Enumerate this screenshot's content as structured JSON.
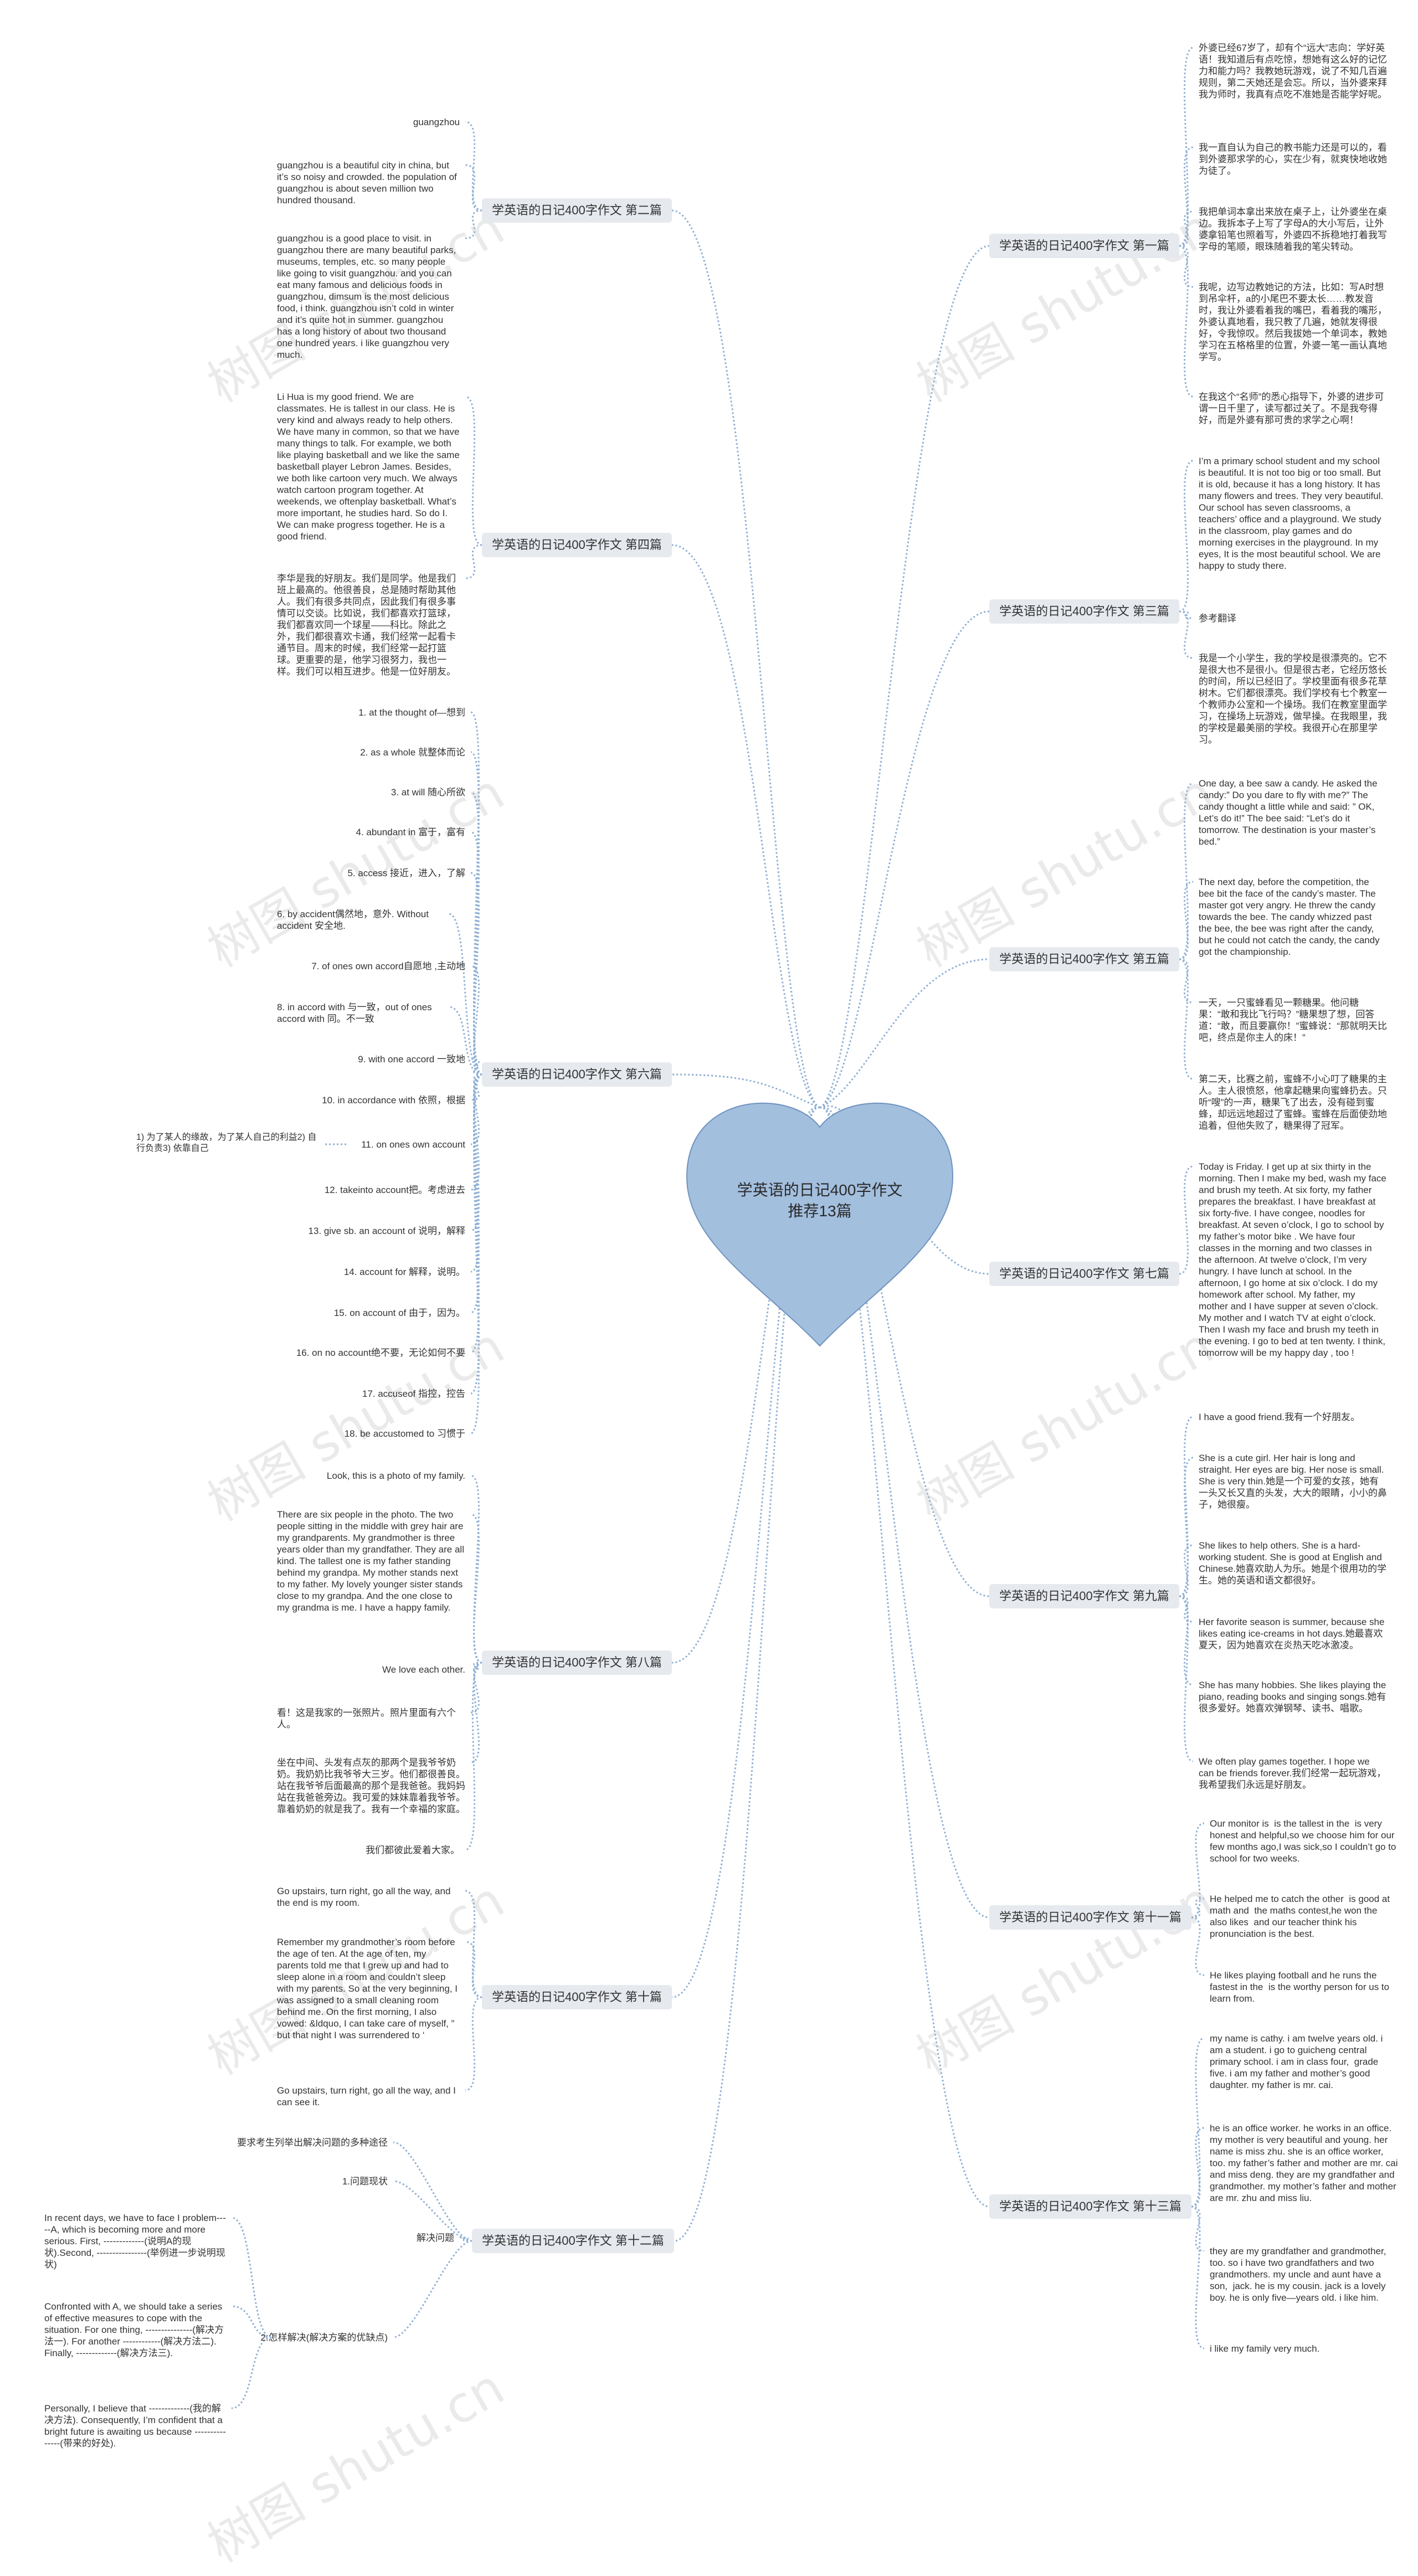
{
  "center": {
    "title_line1": "学英语的日记400字作文",
    "title_line2": "推荐13篇",
    "fill": "#a3bfde",
    "stroke": "#6f93bf"
  },
  "colors": {
    "link": "#8fb0d4",
    "branch_bg": "#e6e9ee"
  },
  "watermark": "树图 shutu.cn",
  "branches": [
    {
      "label": "学英语的日记400字作文 第二篇",
      "side": "left",
      "leaves": [
        "guangzhou",
        "guangzhou is a beautiful city in china, but it’s so noisy and crowded. the population of guangzhou is about seven million two hundred thousand.",
        "guangzhou is a good place to visit. in guangzhou there are many beautiful parks, museums, temples, etc. so many people like going to visit guangzhou. and you can eat many famous and delicious foods in guangzhou, dimsum is the most delicious food, i think. guangzhou isn’t cold in winter and it’s quite hot in summer. guangzhou has a long history of about two thousand one hundred years. i like guangzhou very much."
      ]
    },
    {
      "label": "学英语的日记400字作文 第四篇",
      "side": "left",
      "leaves": [
        "Li Hua is my good friend. We are classmates. He is tallest in our class. He is very kind and always ready to help others. We have many in common, so that we have many things to talk. For example, we both like playing basketball and we like the same basketball player Lebron James. Besides, we both like cartoon very much. We always watch cartoon program together. At weekends, we oftenplay basketball. What’s more important, he studies hard. So do I. We can make progress together. He is a good friend.",
        "李华是我的好朋友。我们是同学。他是我们班上最高的。他很善良，总是随时帮助其他人。我们有很多共同点，因此我们有很多事情可以交谈。比如说，我们都喜欢打篮球，我们都喜欢同一个球星——科比。除此之外，我们都很喜欢卡通，我们经常一起看卡通节目。周末的时候，我们经常一起打篮球。更重要的是，他学习很努力，我也一样。我们可以相互进步。他是一位好朋友。"
      ]
    },
    {
      "label": "学英语的日记400字作文 第六篇",
      "side": "left",
      "leaves": [
        "1. at the thought of—想到",
        "2. as a whole 就整体而论",
        "3. at will 随心所欲",
        "4. abundant in 富于，富有",
        "5. access 接近，进入，了解",
        "6. by accident偶然地，意外. Without accident 安全地.",
        "7. of ones own accord自愿地 ,主动地",
        "8. in accord with 与一致，out of ones accord with 同。不一致",
        "9. with one accord 一致地",
        "10. in accordance with 依照，根据",
        "11. on ones own account",
        "12. takeinto account把。考虑进去",
        "13. give sb. an account of 说明，解释",
        "14. account for 解释，说明。",
        "15. on account of 由于，因为。",
        "16. on no account绝不要，无论如何不要",
        "17. accuseof 指控，控告",
        "18. be accustomed to 习惯于"
      ],
      "sub_note": "1) 为了某人的缘故，为了某人自己的利益2) 自行负责3) 依靠自己"
    },
    {
      "label": "学英语的日记400字作文 第八篇",
      "side": "left",
      "leaves": [
        "Look, this is a photo of my family.",
        "There are six people in the photo. The two people sitting in the middle with grey hair are my grandparents. My grandmother is three years older than my grandfather. They are all kind. The tallest one is my father standing behind my grandpa. My mother stands next to my father. My lovely younger sister stands close to my grandpa. And the one close to my grandma is me. I have a happy family.",
        "We love each other.",
        "看！这是我家的一张照片。照片里面有六个人。",
        "坐在中间、头发有点灰的那两个是我爷爷奶奶。我奶奶比我爷爷大三岁。他们都很善良。站在我爷爷后面最高的那个是我爸爸。我妈妈站在我爸爸旁边。我可爱的妹妹靠着我爷爷。靠着奶奶的就是我了。我有一个幸福的家庭。",
        "我们都彼此爱着大家。"
      ]
    },
    {
      "label": "学英语的日记400字作文 第十篇",
      "side": "left",
      "leaves": [
        "Go upstairs, turn right, go all the way, and the end is my room.",
        "Remember my grandmother’s room before the age of ten. At the age of ten, my parents told me that I grew up and had to sleep alone in a room and couldn’t sleep with my parents. So at the very beginning, I was assigned to a small cleaning room behind me. On the first morning, I also vowed: &ldquo, I can take care of myself, ” but that night I was surrendered to ‘",
        "Go upstairs, turn right, go all the way, and I can see it."
      ]
    },
    {
      "label": "学英语的日记400字作文 第十二篇",
      "side": "left",
      "leaves": [
        "要求考生列举出解决问题的多种途径",
        "1.问题现状",
        "解决问题",
        "2.怎样解决(解决方案的优缺点)"
      ],
      "sub_leaves": [
        "In recent days, we have to face I problem-----A, which is becoming more and more serious. First, -------------(说明A的现状).Second, ----------------(举例进一步说明现状)",
        "Confronted with A, we should take a series of effective measures to cope with the situation. For one thing, ---------------(解决方法一). For another ------------(解决方法二). Finally, -------------(解决方法三).",
        "Personally, I believe that -------------(我的解决方法). Consequently, I’m confident that a bright future is awaiting us because ---------------(带来的好处)."
      ]
    },
    {
      "label": "学英语的日记400字作文 第一篇",
      "side": "right",
      "leaves": [
        "外婆已经67岁了，却有个“远大”志向：学好英语！我知道后有点吃惊，想她有这么好的记忆力和能力吗？我教她玩游戏，说了不知几百遍规则，第二天她还是会忘。所以，当外婆来拜我为师时，我真有点吃不准她是否能学好呢。",
        "我一直自认为自己的教书能力还是可以的，看到外婆那求学的心，实在少有，就爽快地收她为徒了。",
        "我把单词本拿出来放在桌子上，让外婆坐在桌边。我拆本子上写了字母A的大小写后，让外婆拿铅笔也照着写，外婆四不拆稳地打着我写字母的笔顺，眼珠随着我的笔尖转动。",
        "我呢，边写边教她记的方法，比如：写A时想到吊伞杆，a的小尾巴不要太长……教发音时，我让外婆看着我的嘴巴，看着我的嘴形，外婆认真地看，我只教了几遍，她就发得很好，令我惊叹。然后我拔她一个单词本，教她学习在五格格里的位置，外婆一笔一画认真地学写。",
        "在我这个“名师”的悉心指导下，外婆的进步可谓一日千里了，读写都过关了。不是我夸得好，而是外婆有那可贵的求学之心啊！"
      ]
    },
    {
      "label": "学英语的日记400字作文 第三篇",
      "side": "right",
      "leaves": [
        "I’m a primary school student and my school is beautiful. It is not too big or too small. But it is old, because it has a long history. It has many flowers and trees. They very beautiful. Our school has seven classrooms, a teachers’ office and a playground. We study in the classroom, play games and do morning exercises in the playground. In my eyes, It is the most beautiful school. We are happy to study there.",
        "参考翻译",
        "我是一个小学生，我的学校是很漂亮的。它不是很大也不是很小。但是很古老，它经历悠长的时间，所以已经旧了。学校里面有很多花草树木。它们都很漂亮。我们学校有七个教室一个教师办公室和一个操场。我们在教室里面学习，在操场上玩游戏，做早操。在我眼里，我的学校是最美丽的学校。我很开心在那里学习。"
      ]
    },
    {
      "label": "学英语的日记400字作文 第五篇",
      "side": "right",
      "leaves": [
        "One day, a bee saw a candy. He asked the candy:” Do you dare to fly with me?” The candy thought a little while and said: ” OK, Let’s do it!” The bee said: “Let’s do it tomorrow. The destination is your master’s bed.”",
        "The next day, before the competition, the bee bit the face of the candy’s master. The master got very angry. He threw the candy towards the bee. The candy whizzed past the bee, the bee was right after the candy, but he could not catch the candy, the candy got the championship.",
        "一天，一只蜜蜂看见一颗糖果。他问糖果：“敢和我比飞行吗？”糖果想了想，回答道：“敢，而且要赢你！”蜜蜂说：“那就明天比吧，终点是你主人的床！”",
        "第二天，比赛之前，蜜蜂不小心叮了糖果的主人。主人很愤怒，他拿起糖果向蜜蜂扔去。只听“嗖”的一声，糖果飞了出去，没有碰到蜜蜂，却远远地超过了蜜蜂。蜜蜂在后面使劲地追着，但他失败了，糖果得了冠军。"
      ]
    },
    {
      "label": "学英语的日记400字作文 第七篇",
      "side": "right",
      "leaves": [
        "Today is Friday. I get up at six thirty in the morning. Then I make my bed, wash my face and brush my teeth. At six forty, my father prepares the breakfast. I have breakfast at six forty-five. I have congee, noodles for breakfast. At seven o’clock, I go to school by my father’s motor bike . We have four classes in the morning and two classes in the afternoon. At twelve o’clock, I’m very hungry. I have lunch at school. In the afternoon, I go home at six o’clock. I do my homework after school. My father, my mother and I have supper at seven o’clock. My mother and I watch TV at eight o’clock. Then I wash my face and brush my teeth in the evening. I go to bed at ten twenty. I think, tomorrow will be my happy day , too !"
      ]
    },
    {
      "label": "学英语的日记400字作文 第九篇",
      "side": "right",
      "leaves": [
        "I have a good friend.我有一个好朋友。",
        "She is a cute girl. Her hair is long and straight. Her eyes are big. Her nose is small. She is very thin.她是一个可爱的女孩，她有一头又长又直的头发，大大的眼睛，小小的鼻子，她很瘦。",
        "She likes to help others. She is a hard-working student. She is good at English and Chinese.她喜欢助人为乐。她是个很用功的学生。她的英语和语文都很好。",
        "Her favorite season is summer, because she likes eating ice-creams in hot days.她最喜欢夏天，因为她喜欢在炎热天吃冰激凌。",
        "She has many hobbies. She likes playing the piano, reading books and singing songs.她有很多爱好。她喜欢弹钢琴、读书、唱歌。",
        "We often play games together. I hope we can be friends forever.我们经常一起玩游戏，我希望我们永远是好朋友。"
      ]
    },
    {
      "label": "学英语的日记400字作文 第十一篇",
      "side": "right",
      "leaves": [
        "Our monitor is  is the tallest in the  is very honest and helpful,so we choose him for our  few months ago,I was sick,so I couldn’t go to school for two weeks.",
        "He helped me to catch the other  is good at math and  the maths contest,he won the  also likes  and our teacher think his pronunciation is the best.",
        "He likes playing football and he runs the fastest in the  is the worthy person for us to learn from."
      ]
    },
    {
      "label": "学英语的日记400字作文 第十三篇",
      "side": "right",
      "leaves": [
        "my name is cathy. i am twelve years old. i am a student. i go to guicheng central primary school. i am in class four,  grade five. i am my father and mother’s good daughter. my father is mr. cai.",
        "he is an office worker. he works in an office. my mother is very beautiful and young. her name is miss zhu. she is an office worker,  too. my father’s father and mother are mr. cai and miss deng. they are my grandfather and grandmother. my mother’s father and mother are mr. zhu and miss liu.",
        "they are my grandfather and grandmother,  too. so i have two grandfathers and two grandmothers. my uncle and aunt have a son,  jack. he is my cousin. jack is a lovely boy. he is only five—years old. i like him.",
        "i like my family very much."
      ]
    }
  ]
}
